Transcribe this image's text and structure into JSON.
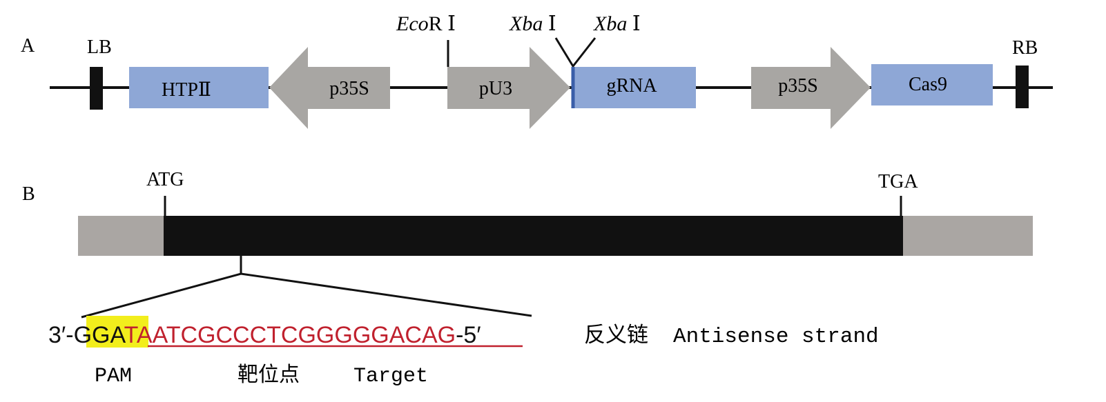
{
  "panel_a": {
    "label": "A",
    "left_border": "LB",
    "right_border": "RB",
    "elements": {
      "htpii": "HTPⅡ",
      "p35s_1": "p35S",
      "pu3": "pU3",
      "grna": "gRNA",
      "p35s_2": "p35S",
      "cas9": "Cas9"
    },
    "sites": {
      "ecori_italic": "Eco",
      "ecori_rest": "R Ⅰ",
      "xba1_italic": "Xba",
      "xba1_rest": " Ⅰ",
      "xba2_italic": "Xba",
      "xba2_rest": " Ⅰ"
    }
  },
  "panel_b": {
    "label": "B",
    "start_codon": "ATG",
    "stop_codon": "TGA",
    "seq_left_end": "3′-",
    "pam_seq": "GGA",
    "target_seq": "TAATCGCCCTCGGGGGACAG",
    "seq_right_end": "-5′",
    "strand_cn": "反义链",
    "strand_en": "Antisense strand",
    "pam_label": "PAM",
    "target_cn": "靶位点",
    "target_en": "Target"
  },
  "colors": {
    "blue_box": "#8ea7d6",
    "gray_arrow": "#a8a6a3",
    "gray_utr": "#aaa6a3",
    "black": "#111111",
    "pam_highlight": "#f2ee1c",
    "target_red": "#c0212e"
  }
}
